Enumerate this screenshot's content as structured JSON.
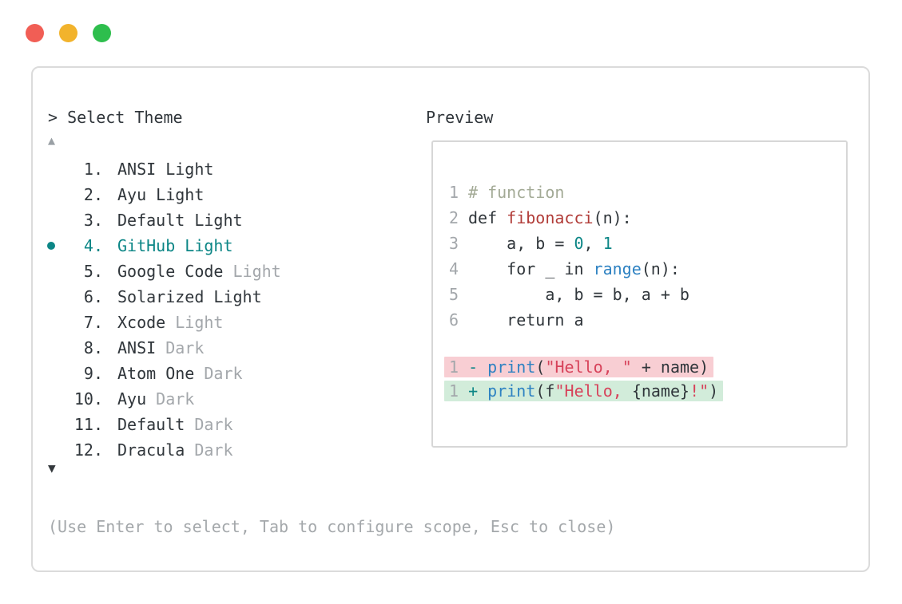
{
  "window": {
    "controls": [
      {
        "name": "close-window-button",
        "color": "#f15e55"
      },
      {
        "name": "minimize-window-button",
        "color": "#f2b32c"
      },
      {
        "name": "zoom-window-button",
        "color": "#2ebe4d"
      }
    ]
  },
  "prompt": {
    "caret": ">",
    "title": "Select Theme"
  },
  "scroll": {
    "up": "▲",
    "down": "▼"
  },
  "theme_list": {
    "selected_number": "4.",
    "items": [
      {
        "number": "1.",
        "selected": false,
        "segments": [
          {
            "text": "ANSI Light",
            "tone": "dark"
          }
        ]
      },
      {
        "number": "2.",
        "selected": false,
        "segments": [
          {
            "text": "Ayu Light",
            "tone": "dark"
          }
        ]
      },
      {
        "number": "3.",
        "selected": false,
        "segments": [
          {
            "text": "Default Light",
            "tone": "dark"
          }
        ]
      },
      {
        "number": "4.",
        "selected": true,
        "segments": [
          {
            "text": "GitHub Light",
            "tone": "dark"
          }
        ]
      },
      {
        "number": "5.",
        "selected": false,
        "segments": [
          {
            "text": "Google Code ",
            "tone": "dark"
          },
          {
            "text": "Light",
            "tone": "gray"
          }
        ]
      },
      {
        "number": "6.",
        "selected": false,
        "segments": [
          {
            "text": "Solarized Light",
            "tone": "dark"
          }
        ]
      },
      {
        "number": "7.",
        "selected": false,
        "segments": [
          {
            "text": "Xcode ",
            "tone": "dark"
          },
          {
            "text": "Light",
            "tone": "gray"
          }
        ]
      },
      {
        "number": "8.",
        "selected": false,
        "segments": [
          {
            "text": "ANSI ",
            "tone": "dark"
          },
          {
            "text": "Dark",
            "tone": "gray"
          }
        ]
      },
      {
        "number": "9.",
        "selected": false,
        "segments": [
          {
            "text": "Atom One ",
            "tone": "dark"
          },
          {
            "text": "Dark",
            "tone": "gray"
          }
        ]
      },
      {
        "number": "10.",
        "selected": false,
        "segments": [
          {
            "text": "Ayu ",
            "tone": "dark"
          },
          {
            "text": "Dark",
            "tone": "gray"
          }
        ]
      },
      {
        "number": "11.",
        "selected": false,
        "segments": [
          {
            "text": "Default ",
            "tone": "dark"
          },
          {
            "text": "Dark",
            "tone": "gray"
          }
        ]
      },
      {
        "number": "12.",
        "selected": false,
        "segments": [
          {
            "text": "Dracula ",
            "tone": "dark"
          },
          {
            "text": "Dark",
            "tone": "gray"
          }
        ]
      }
    ]
  },
  "preview": {
    "label": "Preview",
    "code_lines": [
      {
        "number": "1",
        "tokens": [
          {
            "text": "# function",
            "style": "comment"
          }
        ]
      },
      {
        "number": "2",
        "tokens": [
          {
            "text": "def ",
            "style": "plain"
          },
          {
            "text": "fibonacci",
            "style": "func"
          },
          {
            "text": "(n):",
            "style": "plain"
          }
        ]
      },
      {
        "number": "3",
        "tokens": [
          {
            "text": "    a, b = ",
            "style": "plain"
          },
          {
            "text": "0",
            "style": "number"
          },
          {
            "text": ", ",
            "style": "plain"
          },
          {
            "text": "1",
            "style": "number"
          }
        ]
      },
      {
        "number": "4",
        "tokens": [
          {
            "text": "    for _ in ",
            "style": "plain"
          },
          {
            "text": "range",
            "style": "builtin"
          },
          {
            "text": "(n):",
            "style": "plain"
          }
        ]
      },
      {
        "number": "5",
        "tokens": [
          {
            "text": "        a, b = b, a + b",
            "style": "plain"
          }
        ]
      },
      {
        "number": "6",
        "tokens": [
          {
            "text": "    return a",
            "style": "plain"
          }
        ]
      }
    ],
    "diff_lines": [
      {
        "number": "1",
        "kind": "removed",
        "sign": "-",
        "tokens": [
          {
            "text": "print",
            "style": "builtin"
          },
          {
            "text": "(",
            "style": "plain"
          },
          {
            "text": "\"Hello, \"",
            "style": "string"
          },
          {
            "text": " + name)",
            "style": "plain"
          }
        ]
      },
      {
        "number": "1",
        "kind": "added",
        "sign": "+",
        "tokens": [
          {
            "text": "print",
            "style": "builtin"
          },
          {
            "text": "(f",
            "style": "plain"
          },
          {
            "text": "\"Hello, ",
            "style": "string"
          },
          {
            "text": "{name}",
            "style": "plain"
          },
          {
            "text": "!\"",
            "style": "string"
          },
          {
            "text": ")",
            "style": "plain"
          }
        ]
      }
    ]
  },
  "help_text": "(Use Enter to select, Tab to configure scope, Esc to close)",
  "colors": {
    "dark": "#30363b",
    "gray": "#a3a7ab",
    "teal": "#0c8686",
    "comment": "#a3aa96",
    "func": "#b13c38",
    "string": "#d7425a",
    "builtin": "#2e82c2",
    "removed-bg": "#f8ced3",
    "added-bg": "#d2ecda",
    "border": "#dbdbdb",
    "preview-border": "#d7d7d7"
  }
}
